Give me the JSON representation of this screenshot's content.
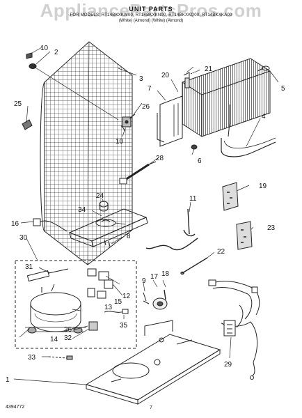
{
  "header": {
    "title": "UNIT PARTS",
    "models": "FOR MODELS: RT14BKXKW00, RT14BKXKN00, RT14BKXKQ00, RT14BKXKA00",
    "colors": "(White)      (Almond)      (White)      (Almond)",
    "watermark": "AppliancePartsPros.com"
  },
  "footer": {
    "doc_number": "4394772",
    "page_number": "7"
  },
  "callouts": [
    "1",
    "2",
    "3",
    "4",
    "5",
    "6",
    "7",
    "8",
    "9",
    "10",
    "11",
    "12",
    "13",
    "14",
    "15",
    "16",
    "17",
    "18",
    "19",
    "20",
    "21",
    "22",
    "23",
    "24",
    "25",
    "26",
    "28",
    "29",
    "30",
    "31",
    "32",
    "33",
    "34",
    "35",
    "36"
  ],
  "colors": {
    "ink": "#222222",
    "watermark": "#9a9a9a",
    "background": "#ffffff"
  }
}
